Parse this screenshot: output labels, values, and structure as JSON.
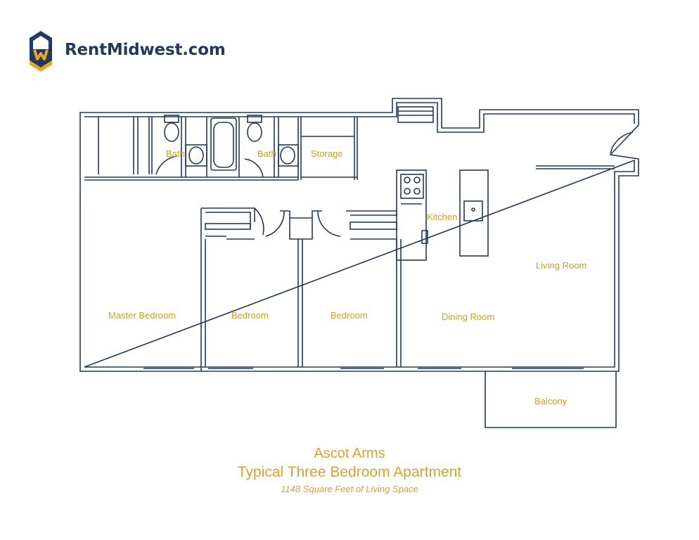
{
  "brand": {
    "name": "RentMidwest.com",
    "logo_icon": "house-w-logo-icon",
    "navy": "#1f3a5f",
    "gold": "#e8a81e"
  },
  "rooms": {
    "bath_1": "Bath",
    "bath_2": "Bath",
    "storage": "Storage",
    "kitchen": "Kitchen",
    "living_room": "Living Room",
    "master_bedroom": "Master Bedroom",
    "bedroom_1": "Bedroom",
    "bedroom_2": "Bedroom",
    "dining_room": "Dining Room",
    "balcony": "Balcony"
  },
  "caption": {
    "title": "Ascot Arms",
    "subtitle": "Typical Three Bedroom Apartment",
    "area": "1148 Square Feet of Living Space"
  },
  "colors": {
    "wall": "#1f3a5f",
    "label": "#c9a227"
  }
}
